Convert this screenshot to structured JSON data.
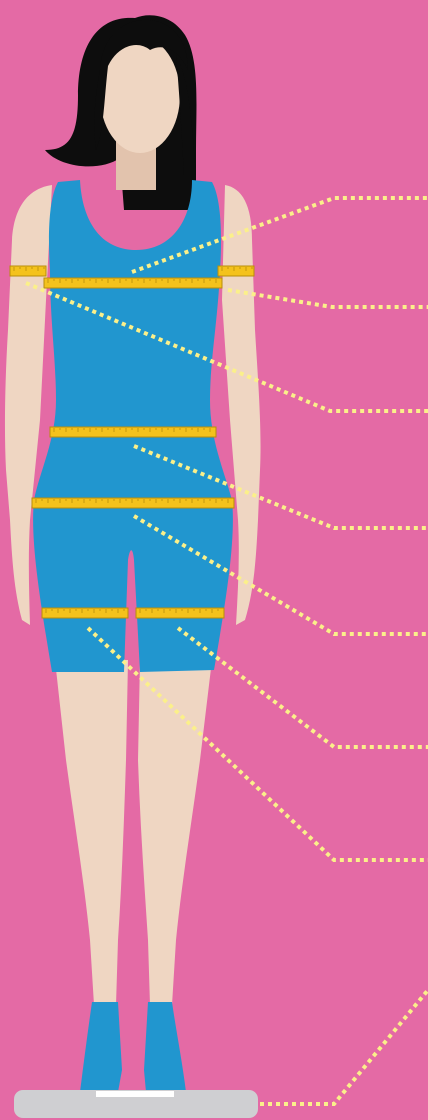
{
  "colors": {
    "background": "#e46aa5",
    "skin": "#efd6c2",
    "skin_shadow": "#e2c3ad",
    "hair": "#0d0d0d",
    "outfit": "#2196cf",
    "tape": "#f4c21c",
    "tape_edge": "#b98d0a",
    "guide_line": "#fbf08a",
    "scale": "#cfcfd2"
  },
  "icons": {
    "figure": "woman-body-silhouette-icon",
    "tape": "measuring-tape-icon",
    "scale": "weighing-scale-icon"
  },
  "measurements": [
    {
      "id": "bust",
      "tape": "bust-tape"
    },
    {
      "id": "underbust",
      "tape": "upper-arm-tape"
    },
    {
      "id": "upper-arm",
      "tape": "upper-arm-tape"
    },
    {
      "id": "waist",
      "tape": "waist-tape"
    },
    {
      "id": "hips",
      "tape": "hip-tape"
    },
    {
      "id": "thigh-right",
      "tape": "thigh-tape"
    },
    {
      "id": "thigh-left",
      "tape": "thigh-tape"
    },
    {
      "id": "weight",
      "tape": "scale"
    }
  ]
}
